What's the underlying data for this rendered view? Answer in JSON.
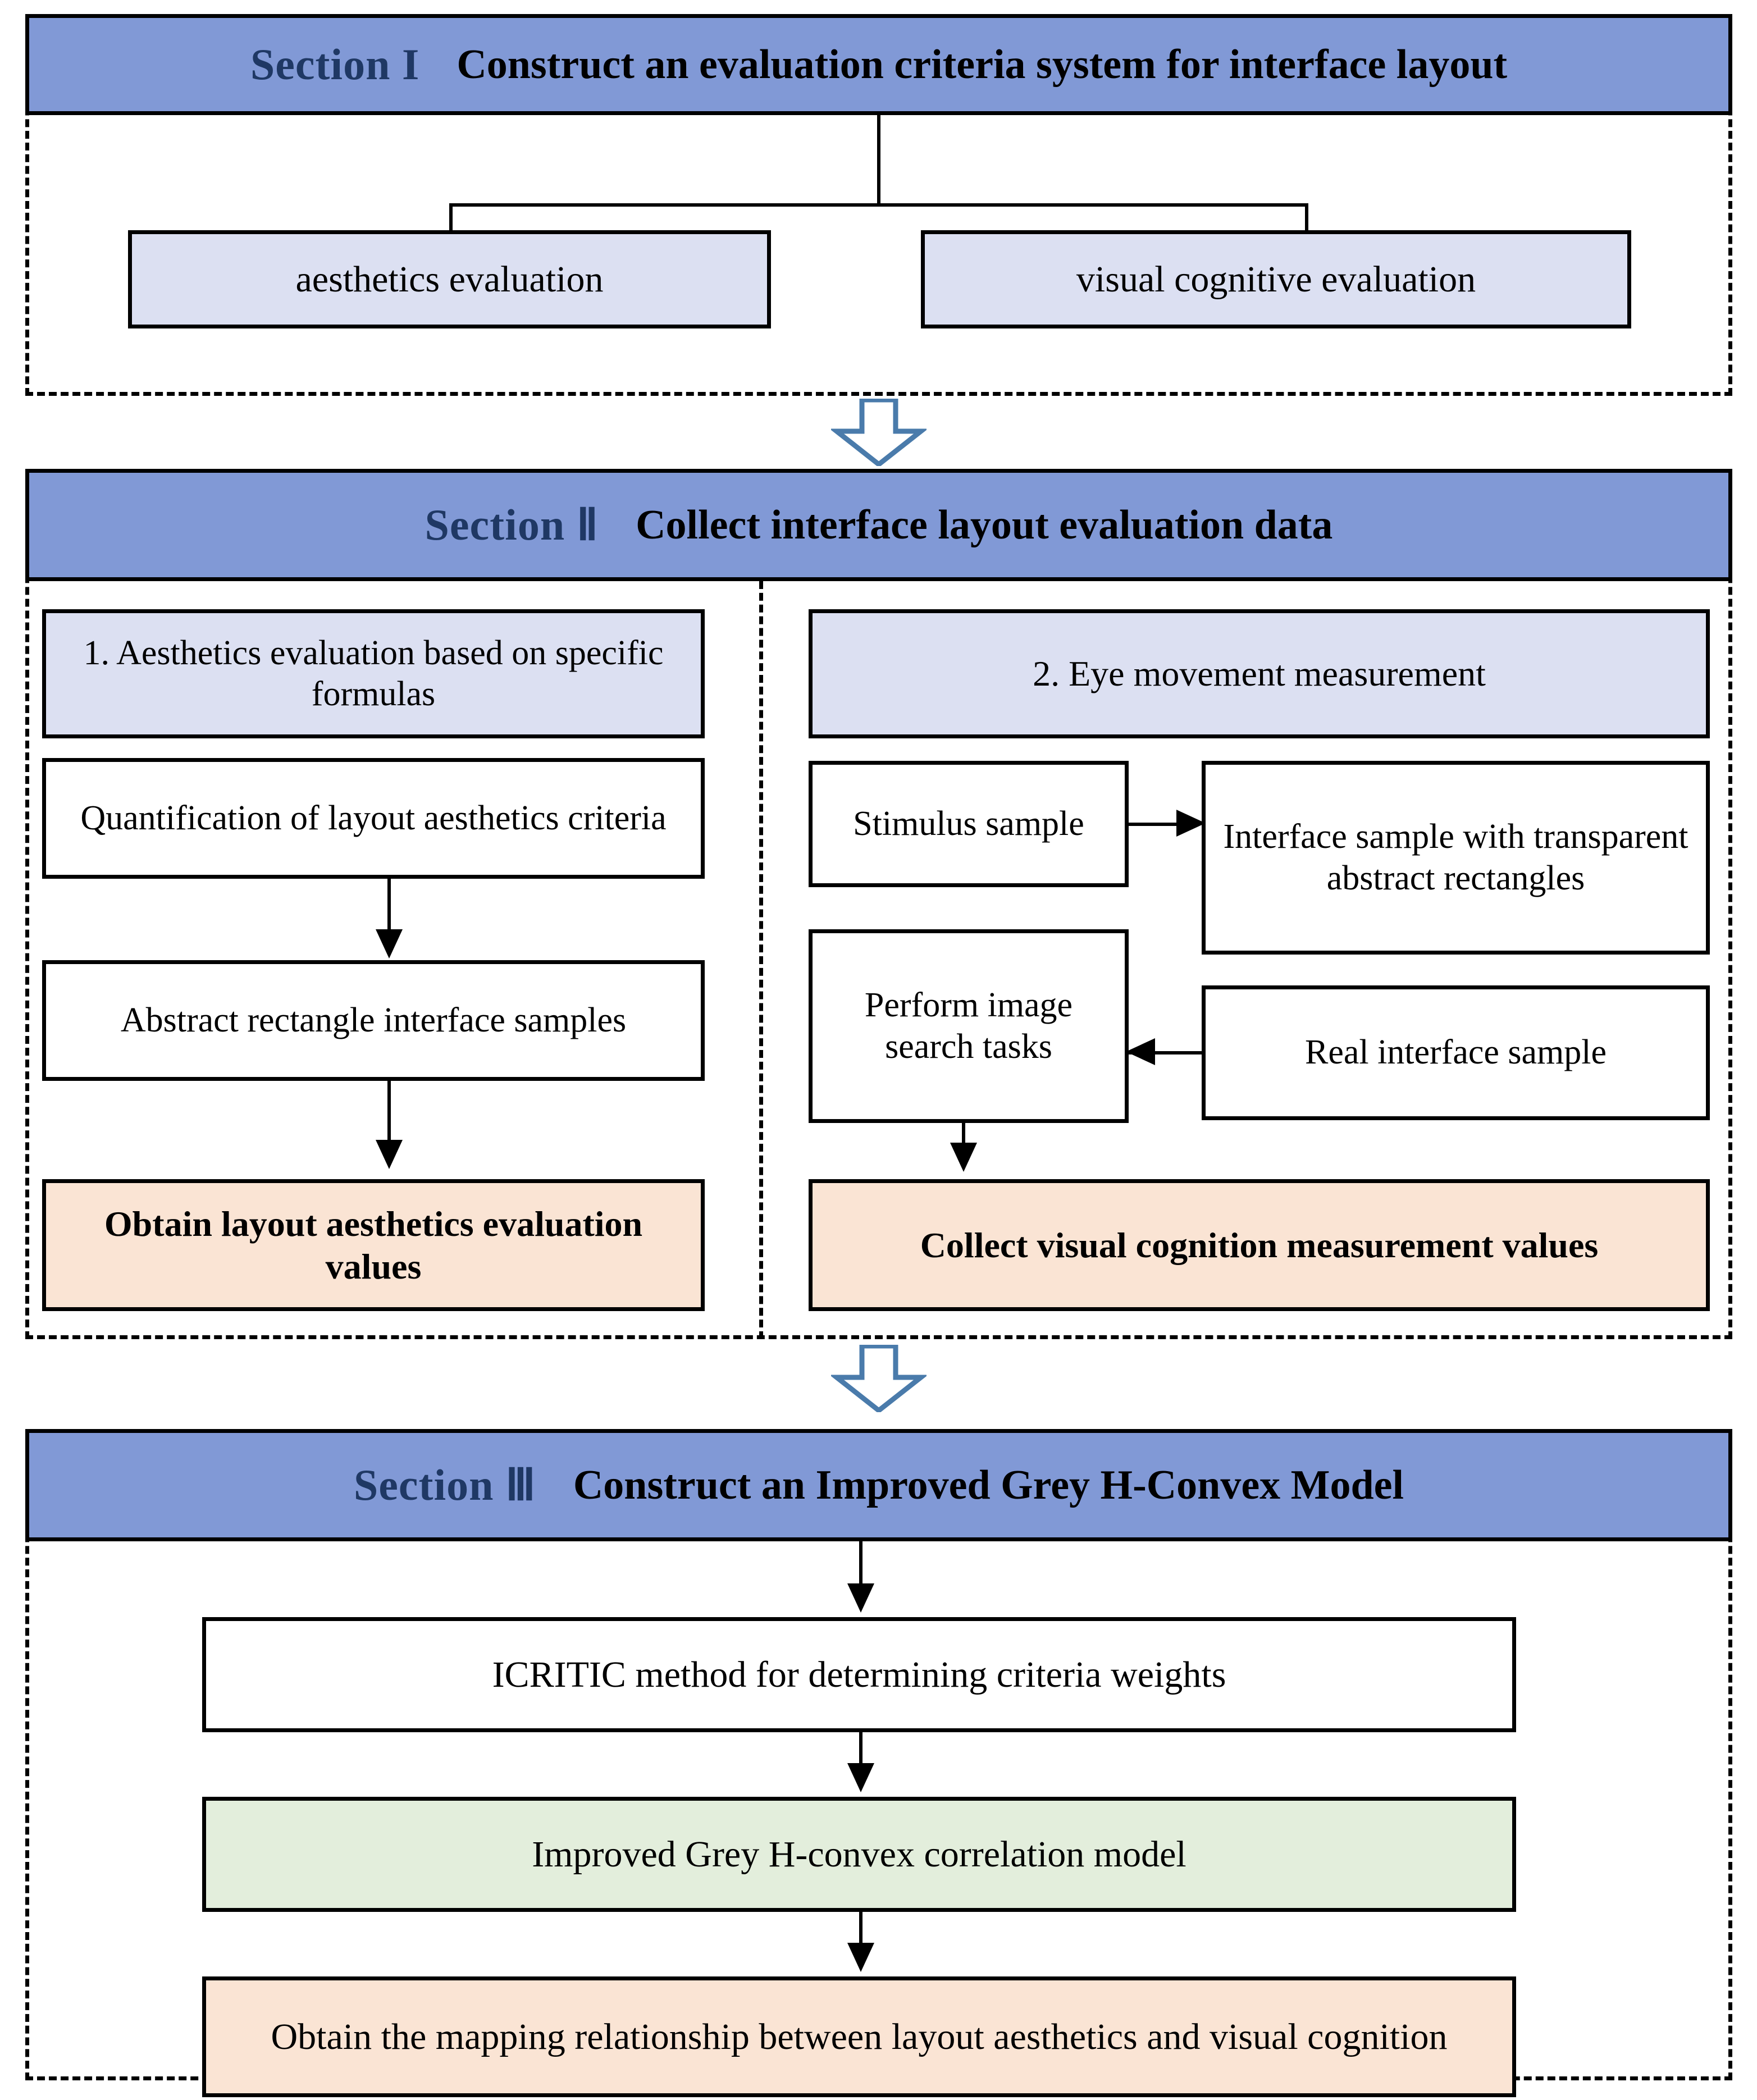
{
  "colors": {
    "header_blue": "#8199D6",
    "section_label_navy": "#1F3864",
    "box_light_blue": "#DCE0F2",
    "box_peach": "#FAE4D4",
    "box_green": "#E3EEDC",
    "box_white": "#FFFFFF",
    "outline_black": "#000000",
    "transition_arrow_blue": "#4A7BAB"
  },
  "sections": [
    {
      "id": "section-1",
      "label": "Section I",
      "title": "Construct  an evaluation criteria system for interface layout",
      "nodes": [
        {
          "id": "aesthetics-evaluation",
          "text": "aesthetics evaluation"
        },
        {
          "id": "visual-cognitive-evaluation",
          "text": "visual cognitive evaluation"
        }
      ]
    },
    {
      "id": "section-2",
      "label": "Section Ⅱ",
      "title": "Collect interface layout evaluation data",
      "left_column": {
        "heading": "1. Aesthetics evaluation  based on specific formulas",
        "nodes": [
          {
            "id": "quantification-criteria",
            "text": "Quantification of layout aesthetics criteria"
          },
          {
            "id": "abstract-rectangle-samples",
            "text": "Abstract rectangle interface samples"
          },
          {
            "id": "obtain-aesthetics-values",
            "text": "Obtain layout aesthetics evaluation values"
          }
        ]
      },
      "right_column": {
        "heading": "2. Eye movement measurement",
        "nodes": [
          {
            "id": "stimulus-sample",
            "text": "Stimulus sample"
          },
          {
            "id": "interface-sample-abstract",
            "text": "Interface sample with transparent abstract rectangles"
          },
          {
            "id": "perform-image-search",
            "text": "Perform image search tasks"
          },
          {
            "id": "real-interface-sample",
            "text": "Real interface sample"
          },
          {
            "id": "collect-visual-cognition",
            "text": "Collect visual cognition measurement values"
          }
        ]
      }
    },
    {
      "id": "section-3",
      "label": "Section Ⅲ",
      "title": "Construct an Improved Grey H-Convex Model",
      "nodes": [
        {
          "id": "icritic-method",
          "text": "ICRITIC method for determining criteria weights"
        },
        {
          "id": "grey-h-convex-model",
          "text": "Improved Grey H-convex correlation model"
        },
        {
          "id": "obtain-mapping",
          "text": "Obtain the mapping relationship between layout aesthetics and visual cognition"
        }
      ]
    }
  ]
}
